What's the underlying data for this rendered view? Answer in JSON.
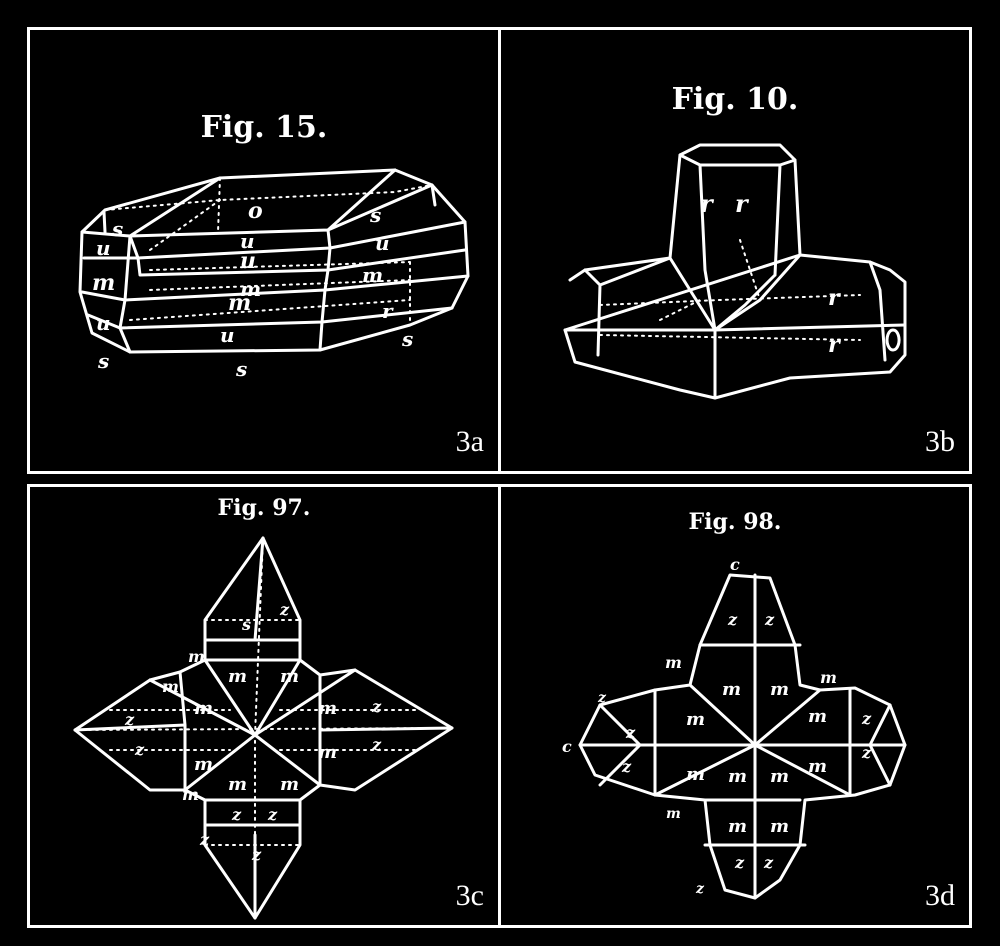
{
  "panels": [
    {
      "id": "3a",
      "title": "Fig. 15.",
      "label": "3a",
      "face_labels": [
        "o",
        "s",
        "u",
        "u",
        "m",
        "u",
        "s",
        "u",
        "m",
        "m",
        "u",
        "m",
        "u",
        "r",
        "s",
        "s",
        "s"
      ]
    },
    {
      "id": "3b",
      "title": "Fig. 10.",
      "label": "3b",
      "face_labels": [
        "r",
        "r",
        "r",
        "r"
      ]
    },
    {
      "id": "3c",
      "title": "Fig. 97.",
      "label": "3c",
      "face_labels": [
        "s",
        "z",
        "m",
        "m",
        "m",
        "m",
        "m",
        "m",
        "m",
        "m",
        "z",
        "z",
        "z",
        "z",
        "m",
        "m",
        "z",
        "z",
        "z",
        "m",
        "z"
      ]
    },
    {
      "id": "3d",
      "title": "Fig. 98.",
      "label": "3d",
      "face_labels": [
        "c",
        "z",
        "z",
        "m",
        "m",
        "m",
        "m",
        "m",
        "m",
        "m",
        "m",
        "z",
        "z",
        "z",
        "z",
        "m",
        "m",
        "m",
        "m",
        "z",
        "z",
        "c",
        "z",
        "m",
        "z"
      ]
    }
  ]
}
